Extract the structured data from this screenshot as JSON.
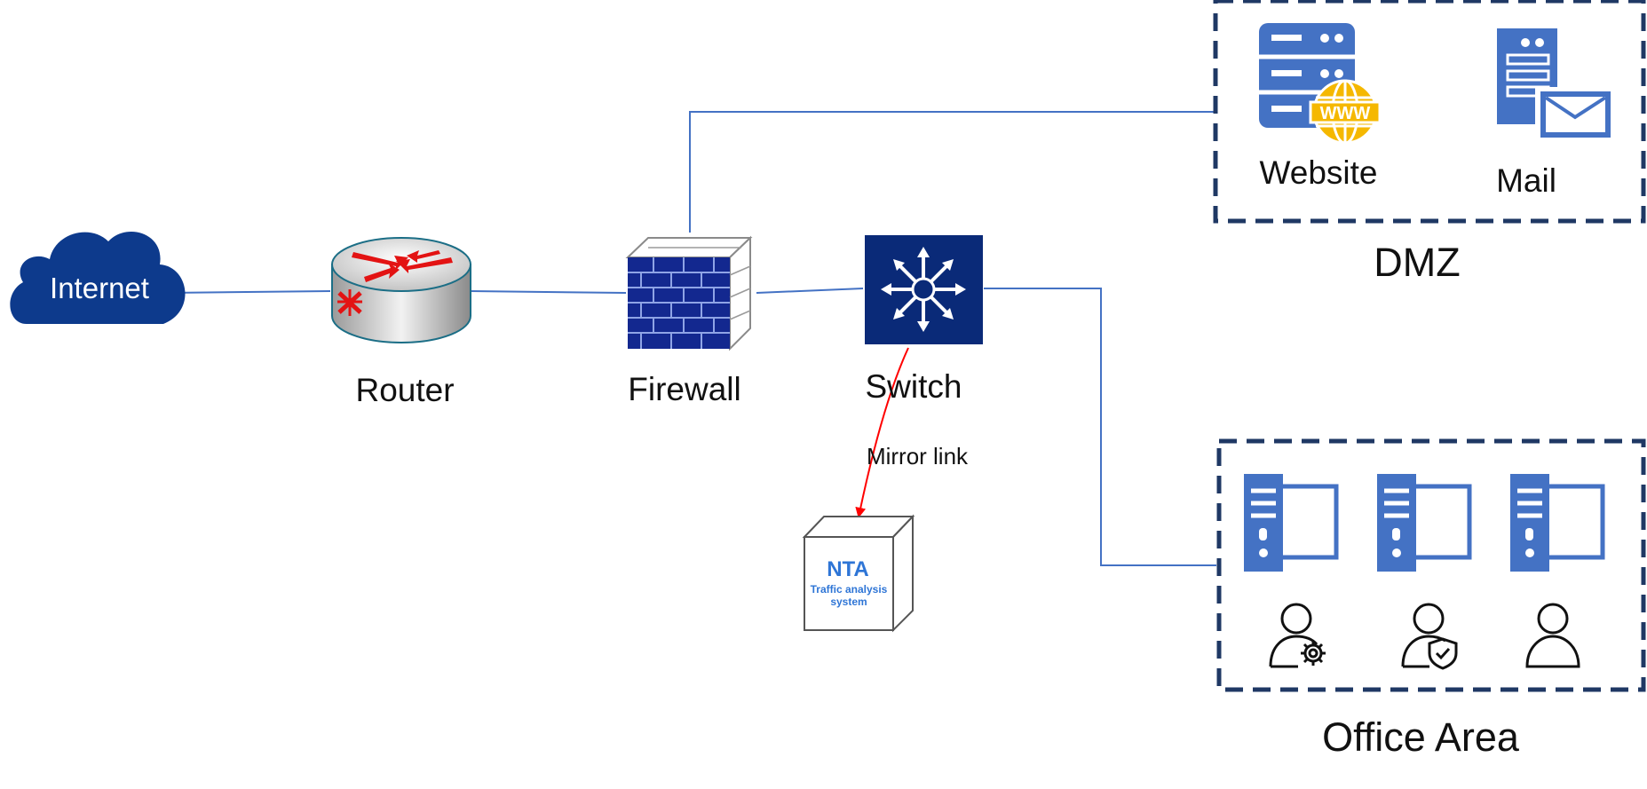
{
  "nodes": {
    "internet": "Internet",
    "router": "Router",
    "firewall": "Firewall",
    "switch": "Switch",
    "nta_title": "NTA",
    "nta_line1": "Traffic analysis",
    "nta_line2": "system",
    "website": "Website",
    "website_badge": "WWW",
    "mail": "Mail"
  },
  "zones": {
    "dmz": "DMZ",
    "office": "Office Area"
  },
  "links": {
    "mirror": "Mirror link"
  },
  "colors": {
    "link": "#4472c4",
    "navy": "#0f2b6e",
    "cloud": "#0d3a8c",
    "zone_border": "#1f3864",
    "server_blue": "#4472c4",
    "www_gold": "#f5b800",
    "router_red": "#e31313",
    "mirror_red": "#ff0000",
    "nta_text": "#2e75d6"
  }
}
